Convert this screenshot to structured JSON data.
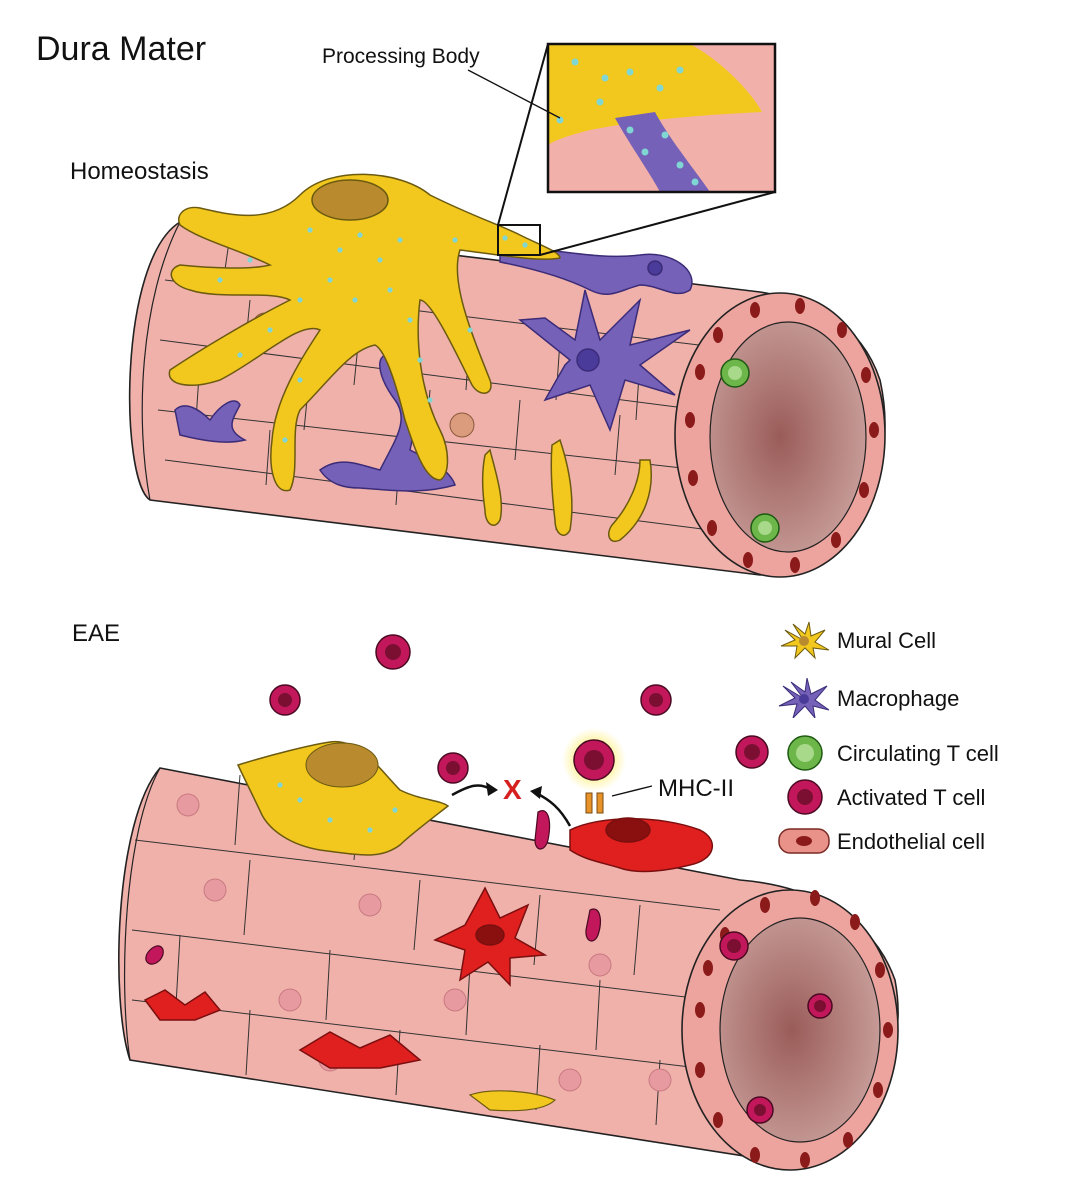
{
  "figure": {
    "title": "Dura Mater",
    "inset_label": "Processing Body",
    "top_panel_label": "Homeostasis",
    "bottom_panel_label": "EAE",
    "mhc_label": "MHC-II",
    "blocked_mark": "X"
  },
  "legend": [
    {
      "label": "Mural Cell",
      "icon": "mural-cell-icon",
      "color": "#f2c81e"
    },
    {
      "label": "Macrophage",
      "icon": "macrophage-icon",
      "color": "#7561b8"
    },
    {
      "label": "Circulating T cell",
      "icon": "circulating-t-cell-icon",
      "color": "#6db64a"
    },
    {
      "label": "Activated T cell",
      "icon": "activated-t-cell-icon",
      "color": "#c2185b"
    },
    {
      "label": "Endothelial cell",
      "icon": "endothelial-cell-icon",
      "color": "#e8928a"
    }
  ],
  "colors": {
    "vessel": "#f1b1ab",
    "lumen": "#a86a66",
    "mural": "#f2c81e",
    "macrophage": "#7561b8",
    "activated": "#e01f1f",
    "processing_body": "#7fd6d2"
  }
}
